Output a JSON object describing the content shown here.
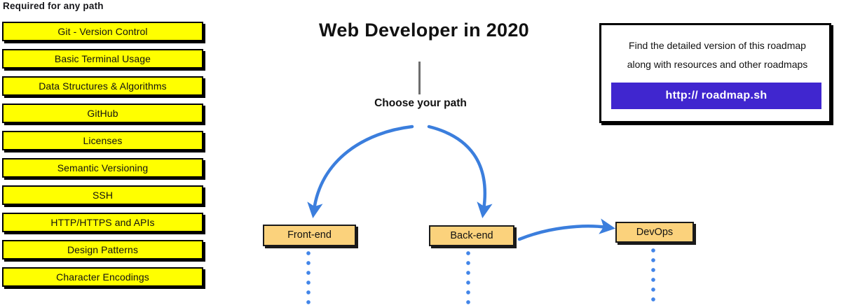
{
  "page": {
    "title": "Web Developer in 2020",
    "choose_path_label": "Choose your path"
  },
  "required_section": {
    "heading": "Required for any path",
    "box_fill": "#ffff00",
    "box_border": "#000000",
    "items": [
      {
        "label": "Git - Version Control"
      },
      {
        "label": "Basic Terminal Usage"
      },
      {
        "label": "Data Structures & Algorithms"
      },
      {
        "label": "GitHub"
      },
      {
        "label": "Licenses"
      },
      {
        "label": "Semantic Versioning"
      },
      {
        "label": "SSH"
      },
      {
        "label": "HTTP/HTTPS and APIs"
      },
      {
        "label": "Design Patterns"
      },
      {
        "label": "Character Encodings"
      }
    ]
  },
  "paths": {
    "box_fill": "#fbd27c",
    "arrow_color": "#3b7edd",
    "trunk_color": "#6e6e6e",
    "items": [
      {
        "label": "Front-end"
      },
      {
        "label": "Back-end"
      },
      {
        "label": "DevOps"
      }
    ]
  },
  "info_box": {
    "line1": "Find the detailed version of this roadmap",
    "line2": "along with resources and other roadmaps",
    "button_label": "http:// roadmap.sh",
    "button_color": "#4026cf",
    "button_text_color": "#ffffff"
  }
}
